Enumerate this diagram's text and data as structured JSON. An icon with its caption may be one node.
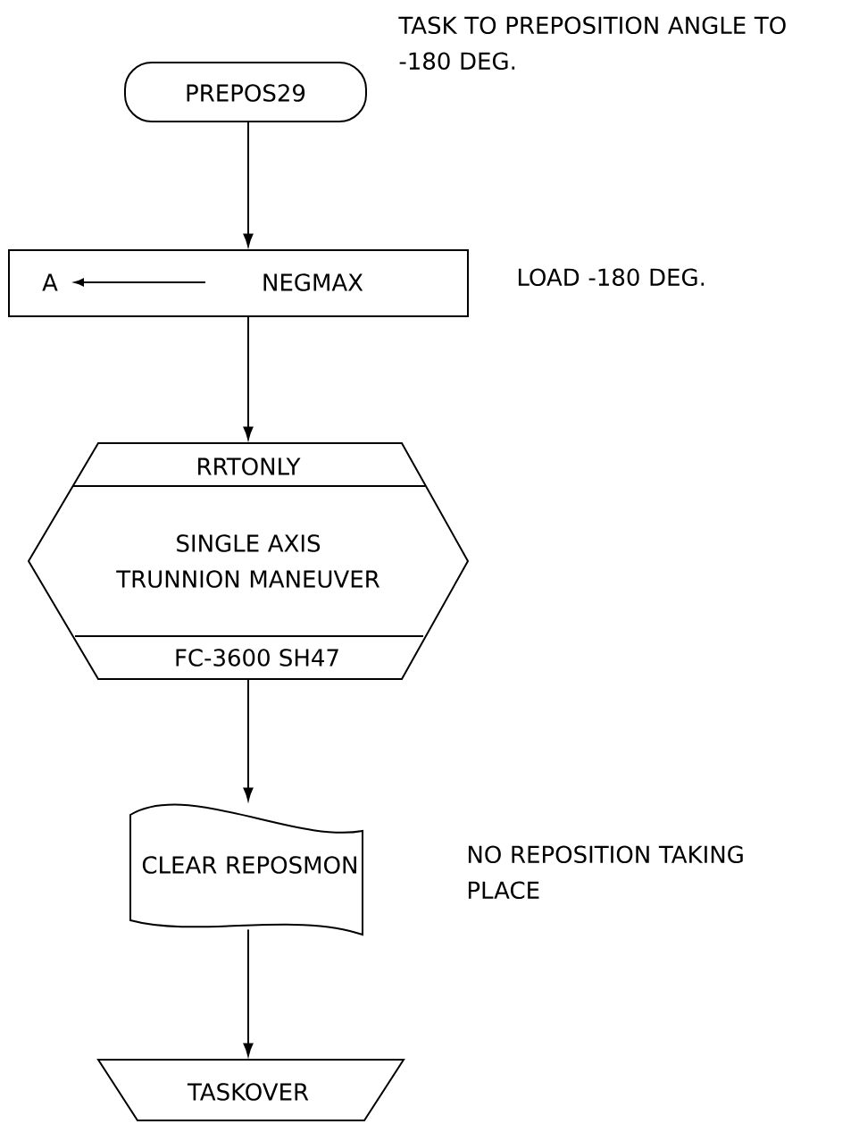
{
  "diagram": {
    "nodes": [
      {
        "text": [
          "PREPOS29"
        ],
        "beside": [
          "TASK TO PREPOSITION ANGLE TO -180 DEG."
        ]
      },
      {
        "text": [
          "A",
          "NEGMAX"
        ],
        "beside": [
          "LOAD -180 DEG."
        ]
      },
      {
        "text": [
          "RRTONLY",
          "SINGLE AXIS TRUNNION MANEUVER",
          "FC-3600 SH47"
        ]
      },
      {
        "text": [
          "CLEAR REPOSMON"
        ]
      },
      {
        "text": [
          "TASKOVER"
        ]
      }
    ],
    "edges": [
      {
        "from": 0,
        "to": 1,
        "arrow": "to"
      },
      {
        "from": 1,
        "to": 2,
        "arrow": "to"
      },
      {
        "from": 2,
        "to": 3,
        "arrow": "to"
      },
      {
        "from": 3,
        "to": 4,
        "arrow": "to"
      }
    ],
    "labels": [
      "NO REPOSITION TAKING PLACE"
    ]
  }
}
